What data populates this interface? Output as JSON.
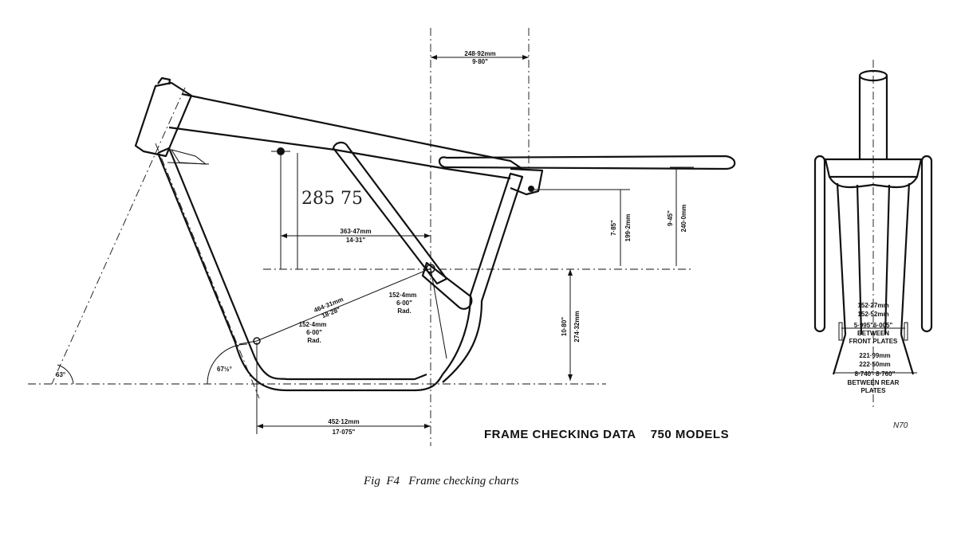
{
  "side_view": {
    "dim_top_mm": "248·92mm",
    "dim_top_in": "9·80\"",
    "dim_handwritten": "285 75",
    "dim_mid_mm": "363·47mm",
    "dim_mid_in": "14·31\"",
    "dim_rear_small_in": "7·85\"",
    "dim_rear_small_mm": "199·2mm",
    "dim_rear_big_in": "9·45\"",
    "dim_rear_big_mm": "240·0mm",
    "dim_diag_mm": "464·31mm",
    "dim_diag_in": "18·28\"",
    "dim_front_rad_mm": "152·4mm",
    "dim_front_rad_in": "6·00\"",
    "dim_front_rad_label": "Rad.",
    "dim_rear_rad_mm": "152·4mm",
    "dim_rear_rad_in": "6·00\"",
    "dim_rear_rad_label": "Rad.",
    "dim_height_in": "10·80\"",
    "dim_height_mm": "274·32mm",
    "dim_bottom_mm": "452·12mm",
    "dim_bottom_in": "17·075\"",
    "angle_head": "63°",
    "angle_down": "67½°"
  },
  "rear_view": {
    "dim_1": "152·27mm",
    "dim_2": "152·52mm",
    "dim_3": "5·995\"6·005\"",
    "label_front_1": "BETWEEN",
    "label_front_2": "FRONT PLATES",
    "dim_4": "221·99mm",
    "dim_5": "222·50mm",
    "dim_6": "8·740\" 8·760\"",
    "label_rear_1": "BETWEEN  REAR",
    "label_rear_2": "PLATES",
    "code": "N70"
  },
  "title": "FRAME CHECKING DATA    750 MODELS",
  "caption": "Fig  F4   Frame checking charts"
}
